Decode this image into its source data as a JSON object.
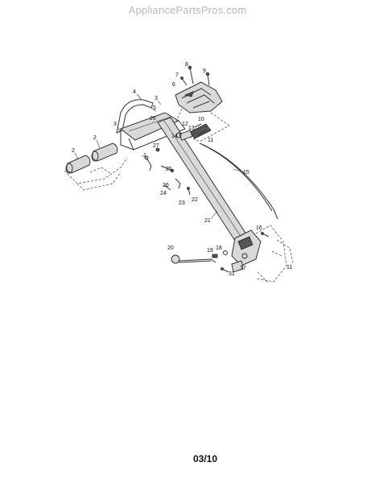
{
  "watermark": "AppliancePartsPros.com",
  "footer": {
    "page_code": "03/10"
  },
  "callouts": [
    {
      "id": "c1",
      "label": "1"
    },
    {
      "id": "c2a",
      "label": "2"
    },
    {
      "id": "c2b",
      "label": "2"
    },
    {
      "id": "c3a",
      "label": "3"
    },
    {
      "id": "c3b",
      "label": "3"
    },
    {
      "id": "c4",
      "label": "4"
    },
    {
      "id": "c5",
      "label": "5"
    },
    {
      "id": "c6",
      "label": "6"
    },
    {
      "id": "c7",
      "label": "7"
    },
    {
      "id": "c8",
      "label": "8"
    },
    {
      "id": "c9",
      "label": "9"
    },
    {
      "id": "c10",
      "label": "10"
    },
    {
      "id": "c11a",
      "label": "11"
    },
    {
      "id": "c11b",
      "label": "11"
    },
    {
      "id": "c12",
      "label": "12"
    },
    {
      "id": "c13",
      "label": "13"
    },
    {
      "id": "c14",
      "label": "14"
    },
    {
      "id": "c15",
      "label": "15"
    },
    {
      "id": "c16",
      "label": "16"
    },
    {
      "id": "c17",
      "label": "17"
    },
    {
      "id": "c18",
      "label": "18"
    },
    {
      "id": "c19",
      "label": "19"
    },
    {
      "id": "c20",
      "label": "20"
    },
    {
      "id": "c21",
      "label": "21"
    },
    {
      "id": "c22",
      "label": "22"
    },
    {
      "id": "c23",
      "label": "23"
    },
    {
      "id": "c24",
      "label": "24"
    },
    {
      "id": "c25",
      "label": "25"
    },
    {
      "id": "c26a",
      "label": "26"
    },
    {
      "id": "c26b",
      "label": "26"
    },
    {
      "id": "c27",
      "label": "27"
    },
    {
      "id": "c31",
      "label": "31"
    }
  ]
}
